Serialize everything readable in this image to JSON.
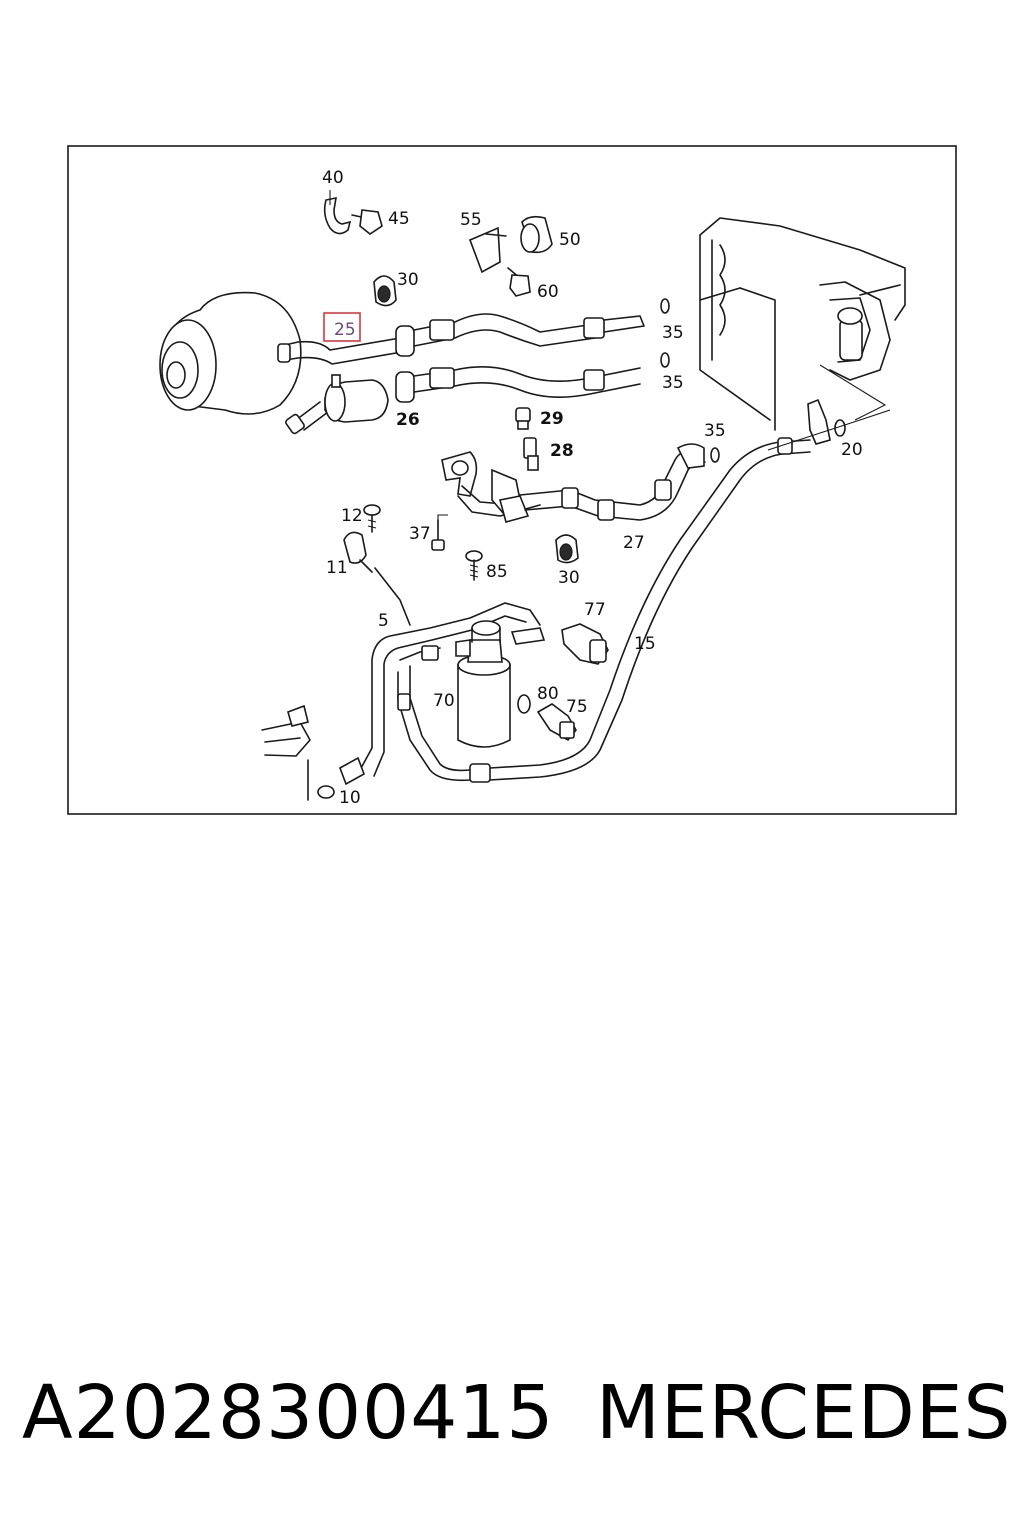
{
  "diagram": {
    "highlight_color": "#d9363e",
    "labels": {
      "l40": "40",
      "l45": "45",
      "l55": "55",
      "l50": "50",
      "l30a": "30",
      "l60": "60",
      "l25": "25",
      "l35a": "35",
      "l35b": "35",
      "l26": "26",
      "l29": "29",
      "l35c": "35",
      "l28": "28",
      "l20": "20",
      "l12": "12",
      "l37": "37",
      "l27": "27",
      "l11": "11",
      "l85": "85",
      "l30b": "30",
      "l5": "5",
      "l77": "77",
      "l15": "15",
      "l70": "70",
      "l80": "80",
      "l75": "75",
      "l10": "10"
    }
  },
  "footer": {
    "part_number": "A2028300415",
    "brand": "MERCEDES"
  }
}
